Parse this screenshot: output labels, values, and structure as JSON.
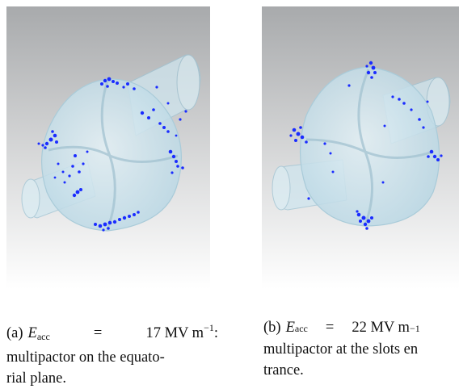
{
  "figure": {
    "panels": [
      {
        "id": "a",
        "label": "(a)",
        "symbol": "E",
        "subscript": "acc",
        "equals": "=",
        "value": "17 MV m",
        "exponent": "−1",
        "after": ":",
        "text_line2": "multipactor on the equato-",
        "text_line3": "rial plane."
      },
      {
        "id": "b",
        "label": "(b)",
        "symbol": "E",
        "subscript": "acc",
        "equals": "=",
        "value": "22 MV m",
        "exponent": "−1",
        "after": "",
        "text_line2": "multipactor at the slots en",
        "text_line3": "trance."
      }
    ],
    "colors": {
      "background_top": "#a9abad",
      "background_bottom": "#ffffff",
      "cavity": "#cfe6ef",
      "particles": "#1a2cff"
    }
  }
}
